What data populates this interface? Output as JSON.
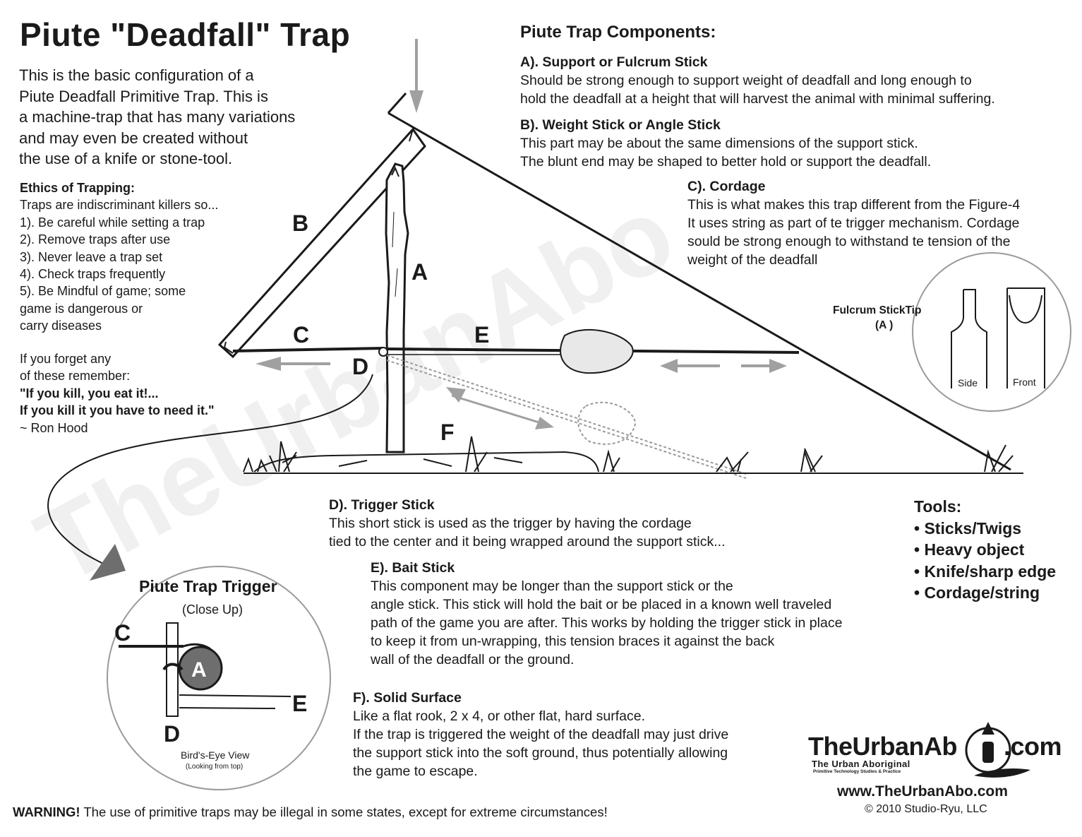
{
  "title": "Piute \"Deadfall\" Trap",
  "intro": [
    "This is the basic configuration of a",
    "Piute Deadfall Primitive Trap. This is",
    "a machine-trap that has many variations",
    "and may even be created without",
    "the use of a knife or stone-tool."
  ],
  "ethics": {
    "heading": "Ethics of Trapping:",
    "lines": [
      "Traps are indiscriminant killers so...",
      "1). Be careful while setting a trap",
      "2). Remove traps after use",
      "3). Never leave a trap set",
      "4). Check traps frequently",
      "5). Be Mindful of game; some",
      "game is dangerous or",
      "carry diseases"
    ]
  },
  "remember": {
    "line1": "If you forget any",
    "line2": "of these remember:",
    "quote1": "\"If you kill, you eat it!...",
    "quote2": "If you kill it you have to need it.\"",
    "author": "~ Ron Hood"
  },
  "components": {
    "heading": "Piute Trap Components:",
    "a": {
      "heading": "A). Support or Fulcrum Stick",
      "lines": [
        "Should be strong enough to support weight of deadfall and long enough to",
        "hold the deadfall at a height that will harvest the animal with minimal suffering."
      ]
    },
    "b": {
      "heading": "B). Weight Stick or Angle Stick",
      "lines": [
        "This part may be about the same dimensions of the support stick.",
        "The blunt end may be shaped to better hold or support the deadfall."
      ]
    },
    "c": {
      "heading": "C). Cordage",
      "lines": [
        "This is what makes this trap different from the Figure-4",
        "It uses string as part of te trigger mechanism. Cordage",
        "sould be strong enough to withstand te tension of the",
        "weight of the deadfall"
      ]
    },
    "d": {
      "heading": "D). Trigger Stick",
      "lines": [
        "This short stick is used as the trigger by having the cordage",
        "tied to the center and it being wrapped around the support stick..."
      ]
    },
    "e": {
      "heading": "E).  Bait Stick",
      "lines": [
        "This component may be longer than the support stick or the",
        "angle stick. This stick will hold the bait or be placed in a known well traveled",
        "path of the game you are after. This works by holding the trigger stick in place",
        "to keep it from un-wrapping, this tension  braces it against the back",
        "wall of the deadfall or the ground."
      ]
    },
    "f": {
      "heading": "F). Solid Surface",
      "lines": [
        "Like a flat rook, 2 x 4, or other flat, hard surface.",
        "If the trap is triggered the weight of the deadfall may just drive",
        "the support stick into the soft ground, thus potentially allowing",
        "the game to escape."
      ]
    }
  },
  "tools": {
    "heading": "Tools:",
    "items": [
      "• Sticks/Twigs",
      "• Heavy object",
      "• Knife/sharp edge",
      "• Cordage/string"
    ]
  },
  "diagram_labels": {
    "a": "A",
    "b": "B",
    "c": "C",
    "d": "D",
    "e": "E",
    "f": "F"
  },
  "fulcrum_tip": {
    "title": "Fulcrum StickTip",
    "sub": "(A )",
    "side": "Side",
    "front": "Front"
  },
  "trigger_closeup": {
    "title": "Piute Trap Trigger",
    "sub": "(Close Up)",
    "c": "C",
    "a": "A",
    "e": "E",
    "d": "D",
    "view": "Bird's-Eye View",
    "view_sub": "(Looking from top)"
  },
  "warning": {
    "bold": "WARNING!",
    "text": " The use of primitive traps may be illegal in some states, except for extreme circumstances!"
  },
  "logo": {
    "name": "TheUrbanAb",
    "suffix": ".com",
    "sub": "The Urban Aboriginal",
    "sub2": "Primitive Technology Studies & Practice"
  },
  "website": "www.TheUrbanAbo.com",
  "copyright": "© 2010 Studio-Ryu, LLC",
  "colors": {
    "ink": "#1a1a1a",
    "gray": "#9a9a9a",
    "watermark": "#e6e6e6"
  }
}
